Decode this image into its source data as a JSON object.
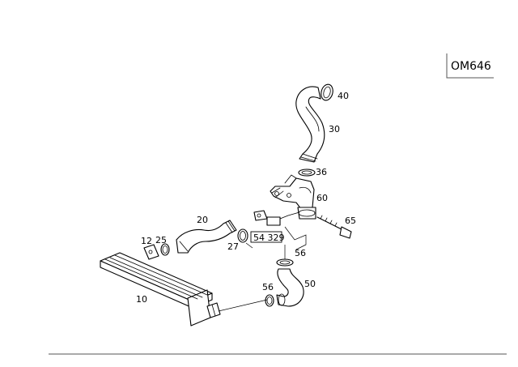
{
  "model": "OM646",
  "callouts": {
    "c10": "10",
    "c12": "12",
    "c20": "20",
    "c25": "25",
    "c27": "27",
    "c30": "30",
    "c36": "36",
    "c40": "40",
    "c50": "50",
    "c56a": "56",
    "c56b": "56",
    "c60": "60",
    "c65": "65",
    "ref": "54 329"
  }
}
